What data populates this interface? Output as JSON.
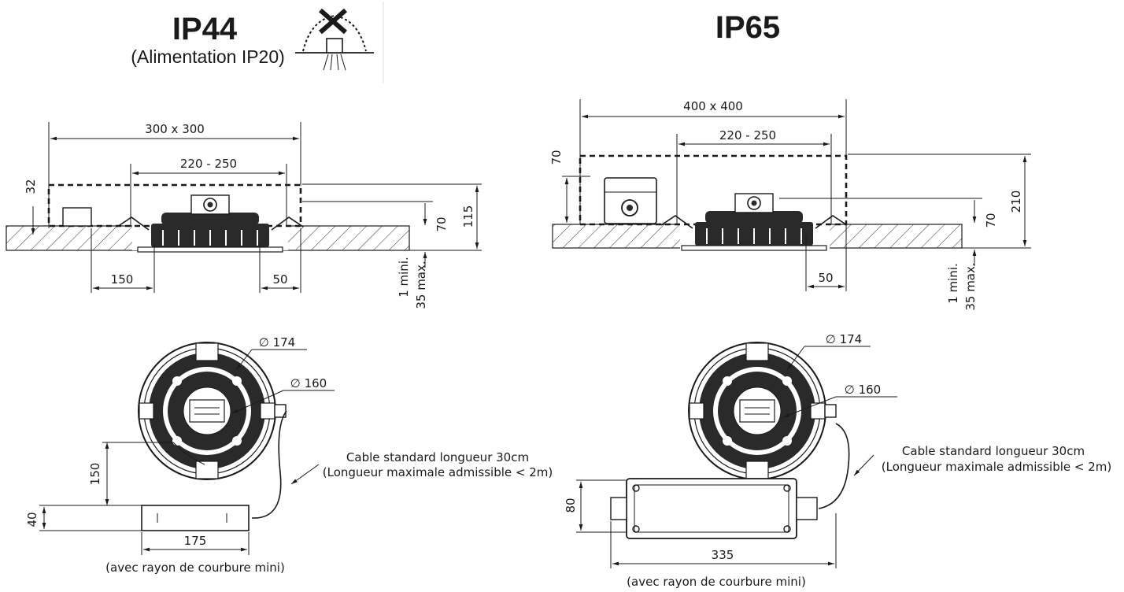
{
  "left": {
    "title": "IP44",
    "subtitle": "(Alimentation IP20)",
    "dims": {
      "width_outer": "300 x 300",
      "width_inner": "220 - 250",
      "h32": "32",
      "h70": "70",
      "h115": "115",
      "d150": "150",
      "d50": "50",
      "thick_min": "1 mini.",
      "thick_max": "35 max.",
      "dia174": "∅ 174",
      "dia160": "∅ 160",
      "v150": "150",
      "v40": "40",
      "l175": "175"
    },
    "cable_line1": "Cable standard longueur 30cm",
    "cable_line2": "(Longueur maximale admissible < 2m)",
    "bend_note": "(avec rayon de courbure mini)"
  },
  "right": {
    "title": "IP65",
    "dims": {
      "width_outer": "400 x 400",
      "width_inner": "220 - 250",
      "h70_left": "70",
      "h70": "70",
      "h210": "210",
      "d50": "50",
      "thick_min": "1 mini.",
      "thick_max": "35 max.",
      "dia174": "∅ 174",
      "dia160": "∅ 160",
      "v80": "80",
      "l335": "335"
    },
    "cable_line1": "Cable standard longueur 30cm",
    "cable_line2": "(Longueur maximale admissible < 2m)",
    "bend_note": "(avec rayon de courbure mini)"
  },
  "icons": {
    "no_insulation": "no-insulation-cover-icon"
  },
  "colors": {
    "ink": "#1a1a1a",
    "dark_fill": "#2a2a2a",
    "background": "#ffffff"
  }
}
